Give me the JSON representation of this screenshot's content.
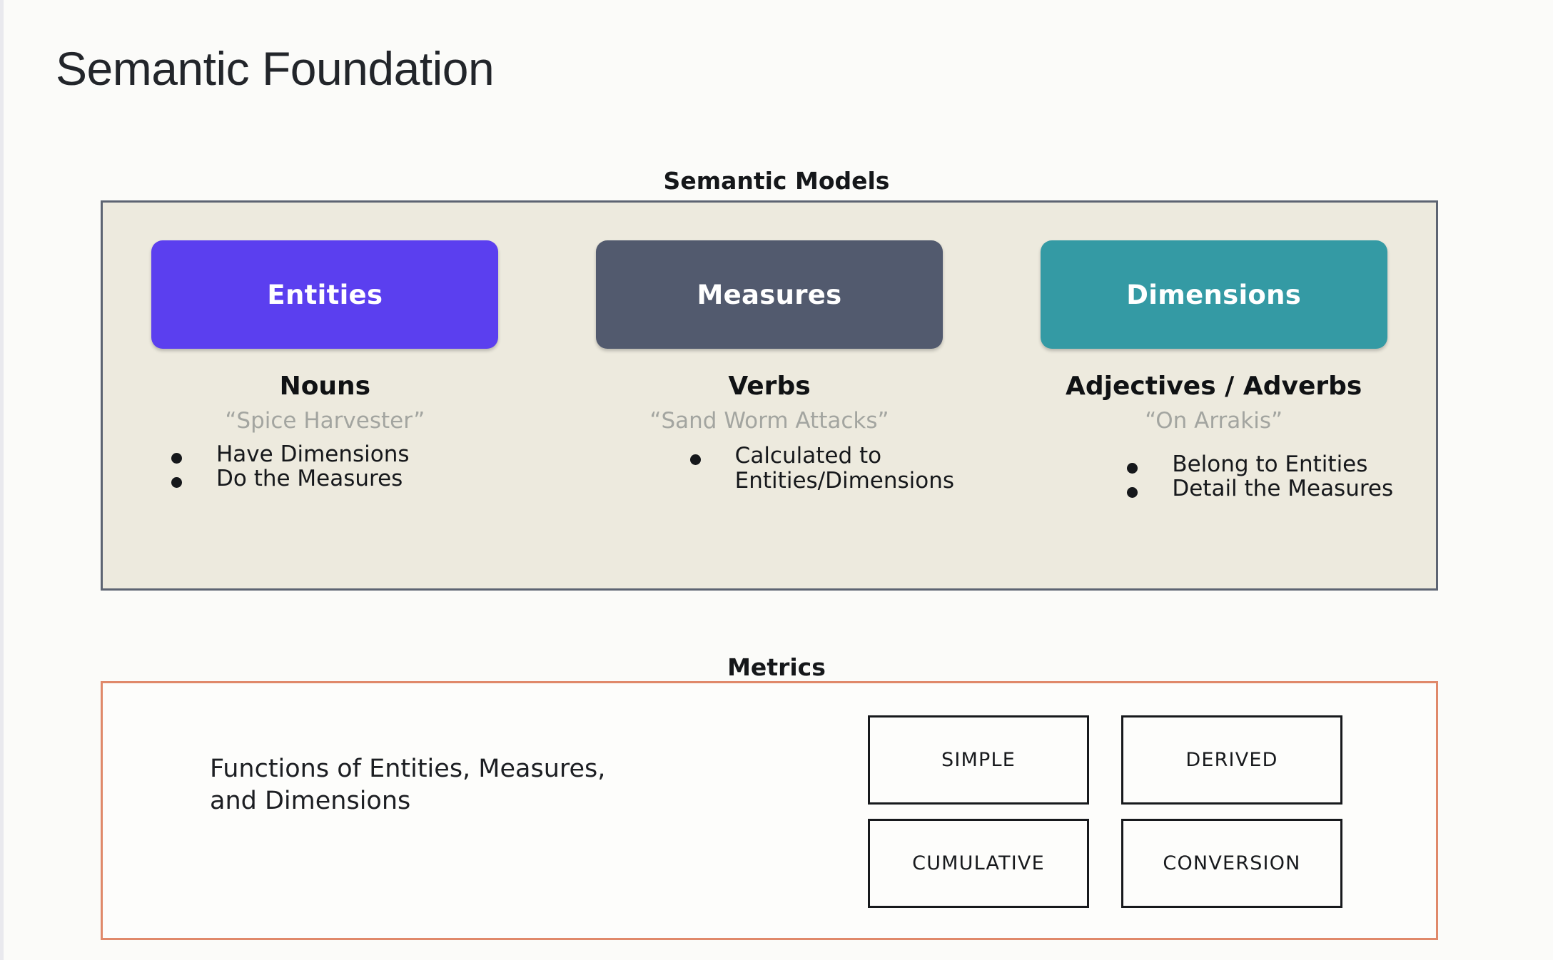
{
  "slide": {
    "title": "Semantic Foundation",
    "background_color": "#fbfbf9"
  },
  "semantic_models": {
    "caption": "Semantic Models",
    "panel_background": "#edeade",
    "panel_border_color": "#5d6472",
    "columns": [
      {
        "pill_label": "Entities",
        "pill_color": "#5b3fef",
        "part_of_speech": "Nouns",
        "example": "“Spice Harvester”",
        "bullets": [
          {
            "lines": [
              "Have Dimensions"
            ]
          },
          {
            "lines": [
              "Do the Measures"
            ]
          }
        ]
      },
      {
        "pill_label": "Measures",
        "pill_color": "#525a6e",
        "part_of_speech": "Verbs",
        "example": "“Sand Worm Attacks”",
        "bullets": [
          {
            "lines": [
              "Calculated to",
              "Entities/Dimensions"
            ]
          }
        ]
      },
      {
        "pill_label": "Dimensions",
        "pill_color": "#349aa4",
        "part_of_speech": "Adjectives / Adverbs",
        "example": "“On Arrakis”",
        "bullets": [
          {
            "lines": [
              "Belong to Entities"
            ]
          },
          {
            "lines": [
              "Detail the Measures"
            ]
          }
        ]
      }
    ]
  },
  "metrics": {
    "caption": "Metrics",
    "panel_border_color": "#e0896a",
    "description_lines": [
      "Functions of Entities, Measures,",
      "and Dimensions"
    ],
    "types": [
      {
        "label": "SIMPLE"
      },
      {
        "label": "DERIVED"
      },
      {
        "label": "CUMULATIVE"
      },
      {
        "label": "CONVERSION"
      }
    ]
  }
}
